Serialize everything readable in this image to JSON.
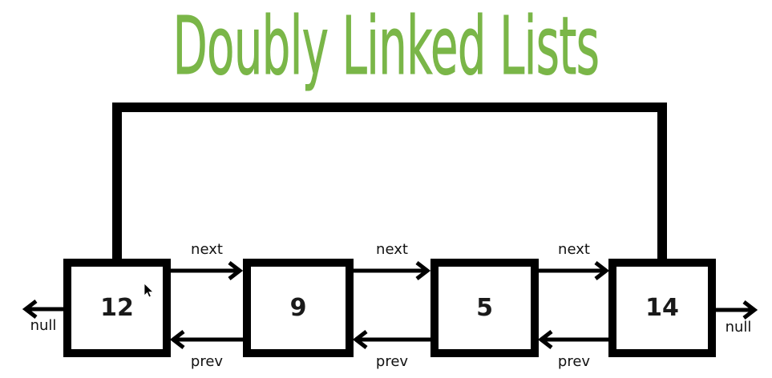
{
  "title": {
    "text": "Doubly Linked Lists",
    "color": "#7ab648"
  },
  "diagram": {
    "type": "doubly-linked-list",
    "nodes": [
      {
        "value": "12"
      },
      {
        "value": "9"
      },
      {
        "value": "5"
      },
      {
        "value": "14"
      }
    ],
    "edge_labels": {
      "next": [
        "next",
        "next",
        "next"
      ],
      "prev": [
        "prev",
        "prev",
        "prev"
      ]
    },
    "terminals": {
      "left": "null",
      "right": "null"
    },
    "colors": {
      "line": "#000000",
      "background": "#ffffff",
      "text": "#1a1a1a"
    }
  }
}
